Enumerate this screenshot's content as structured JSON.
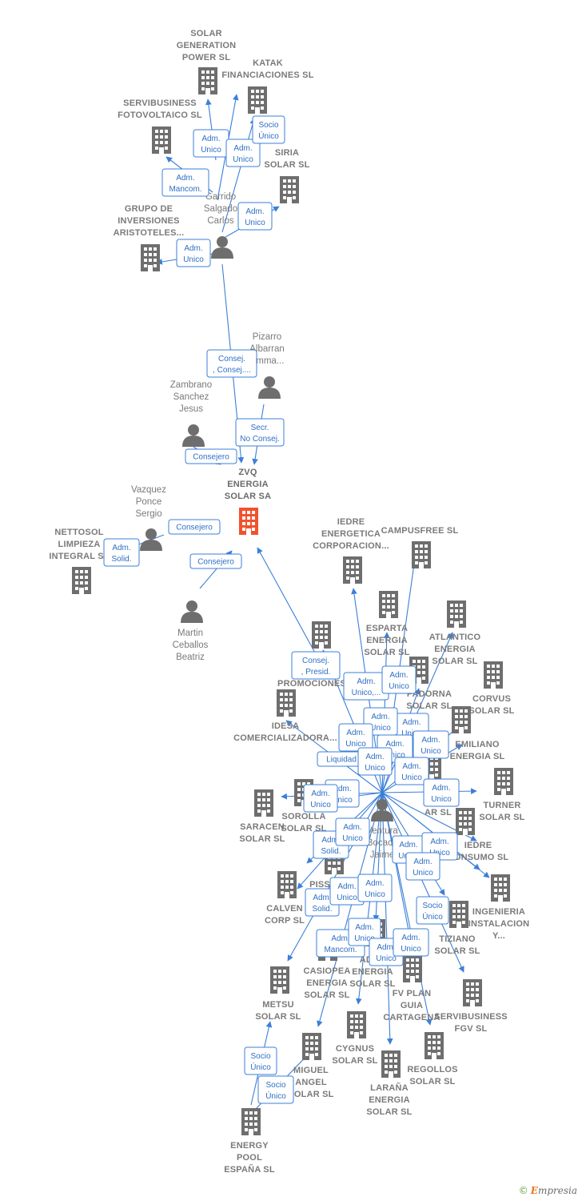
{
  "focus_company": "ZVQ ENERGIA SOLAR SA",
  "companies": [
    {
      "id": "solargen",
      "label": "SOLAR GENERATION POWER SL"
    },
    {
      "id": "katak",
      "label": "KATAK FINANCIACIONES SL"
    },
    {
      "id": "servifoto",
      "label": "SERVIBUSINESS FOTOVOLTAICO SL"
    },
    {
      "id": "siria",
      "label": "SIRIA SOLAR SL"
    },
    {
      "id": "grupo",
      "label": "GRUPO DE INVERSIONES ARISTOTELES..."
    },
    {
      "id": "zvq",
      "label": "ZVQ ENERGIA SOLAR SA"
    },
    {
      "id": "nettosol",
      "label": "NETTOSOL LIMPIEZA INTEGRAL SL"
    },
    {
      "id": "iedre",
      "label": "IEDRE ENERGETICA CORPORACION..."
    },
    {
      "id": "campus",
      "label": "CAMPUSFREE SL"
    },
    {
      "id": "esparta",
      "label": "ESPARTA ENERGIA SOLAR SL"
    },
    {
      "id": "atlantico",
      "label": "ATLANTICO ENERGIA SOLAR SL"
    },
    {
      "id": "promo",
      "label": "PROMOCIONES"
    },
    {
      "id": "padorna",
      "label": "PADORNA SOLAR SL"
    },
    {
      "id": "corvus",
      "label": "CORVUS SOLAR SL"
    },
    {
      "id": "idesa",
      "label": "IDESA COMERCIALIZADORA..."
    },
    {
      "id": "emiliano",
      "label": "EMILIANO ENERGIA SL"
    },
    {
      "id": "turner",
      "label": "TURNER SOLAR SL"
    },
    {
      "id": "saracen",
      "label": "SARACEN SOLAR SL"
    },
    {
      "id": "sorolla",
      "label": "SOROLLA SOLAR SL"
    },
    {
      "id": "iedrecons",
      "label": "IEDRE CONSUMO SL"
    },
    {
      "id": "calven",
      "label": "CALVEN CORP SL"
    },
    {
      "id": "pissa",
      "label": "PISS"
    },
    {
      "id": "ingenieria",
      "label": "INGENIERIA INSTALACION Y..."
    },
    {
      "id": "tiziano",
      "label": "TIZIANO SOLAR SL"
    },
    {
      "id": "casiopea",
      "label": "CASIOPEA ENERGIA SOLAR SL"
    },
    {
      "id": "adra",
      "label": "ADRA ENERGIA SOLAR SL"
    },
    {
      "id": "fvplan",
      "label": "FV PLAN GUIA CARTAGENA"
    },
    {
      "id": "servifgv",
      "label": "SERVIBUSINESS FGV SL"
    },
    {
      "id": "metsu",
      "label": "METSU SOLAR SL"
    },
    {
      "id": "cygnus",
      "label": "CYGNUS SOLAR SL"
    },
    {
      "id": "regollos",
      "label": "REGOLLOS SOLAR SL"
    },
    {
      "id": "miguel",
      "label": "MIGUEL ANGEL SOLAR SL"
    },
    {
      "id": "larana",
      "label": "LARAÑA ENERGIA SOLAR SL"
    },
    {
      "id": "energypool",
      "label": "ENERGY POOL ESPAÑA SL"
    },
    {
      "id": "ar",
      "label": "AR SL"
    }
  ],
  "people": [
    {
      "id": "garrido",
      "label": "Garrido Salgado Carlos"
    },
    {
      "id": "pizarro",
      "label": "Pizarro Albarran Emma..."
    },
    {
      "id": "zambrano",
      "label": "Zambrano Sanchez Jesus"
    },
    {
      "id": "vazquez",
      "label": "Vazquez Ponce Sergio"
    },
    {
      "id": "martin",
      "label": "Martin Ceballos Beatriz"
    },
    {
      "id": "ventura",
      "label": "Ventura Bocace Jaime"
    }
  ],
  "roles": [
    "Adm. Unico",
    "Adm. Unico",
    "Socio Único",
    "Adm. Mancom.",
    "Adm. Unico",
    "Adm. Unico",
    "Consej. , Consej....",
    "Secr. No Consej.",
    "Consejero",
    "Consejero",
    "Adm. Solid.",
    "Consejero",
    "Consej. , Presid.",
    "Adm. Unico,...",
    "Adm. Unico",
    "Adm. Unico",
    "Adm. Unico",
    "Adm. Unico",
    "Adm. Unico",
    "Adm. Unico",
    "Liquidad",
    "Adm. Unico",
    "Adm. Unico",
    "Adm. Unico",
    "Adm. Unico",
    "Adm. Unico",
    "Adm. Solid.",
    "Adm. Unico",
    "Adm. Unico",
    "Adm. Unico",
    "Adm. Unico",
    "Adm. Solid.",
    "Adm. Unico",
    "Adm. Unico",
    "Socio Único",
    "Adm. Mancom.",
    "Adm. Unico",
    "Adm. Unico",
    "Adm. Unico",
    "Socio Único",
    "Socio Único"
  ],
  "brand": {
    "copyright": "©",
    "first": "E",
    "rest": "mpresia"
  },
  "colors": {
    "edge": "#3b7fd8",
    "building": "#6e6e6e",
    "focus": "#f0522d",
    "person": "#6e6e6e"
  }
}
